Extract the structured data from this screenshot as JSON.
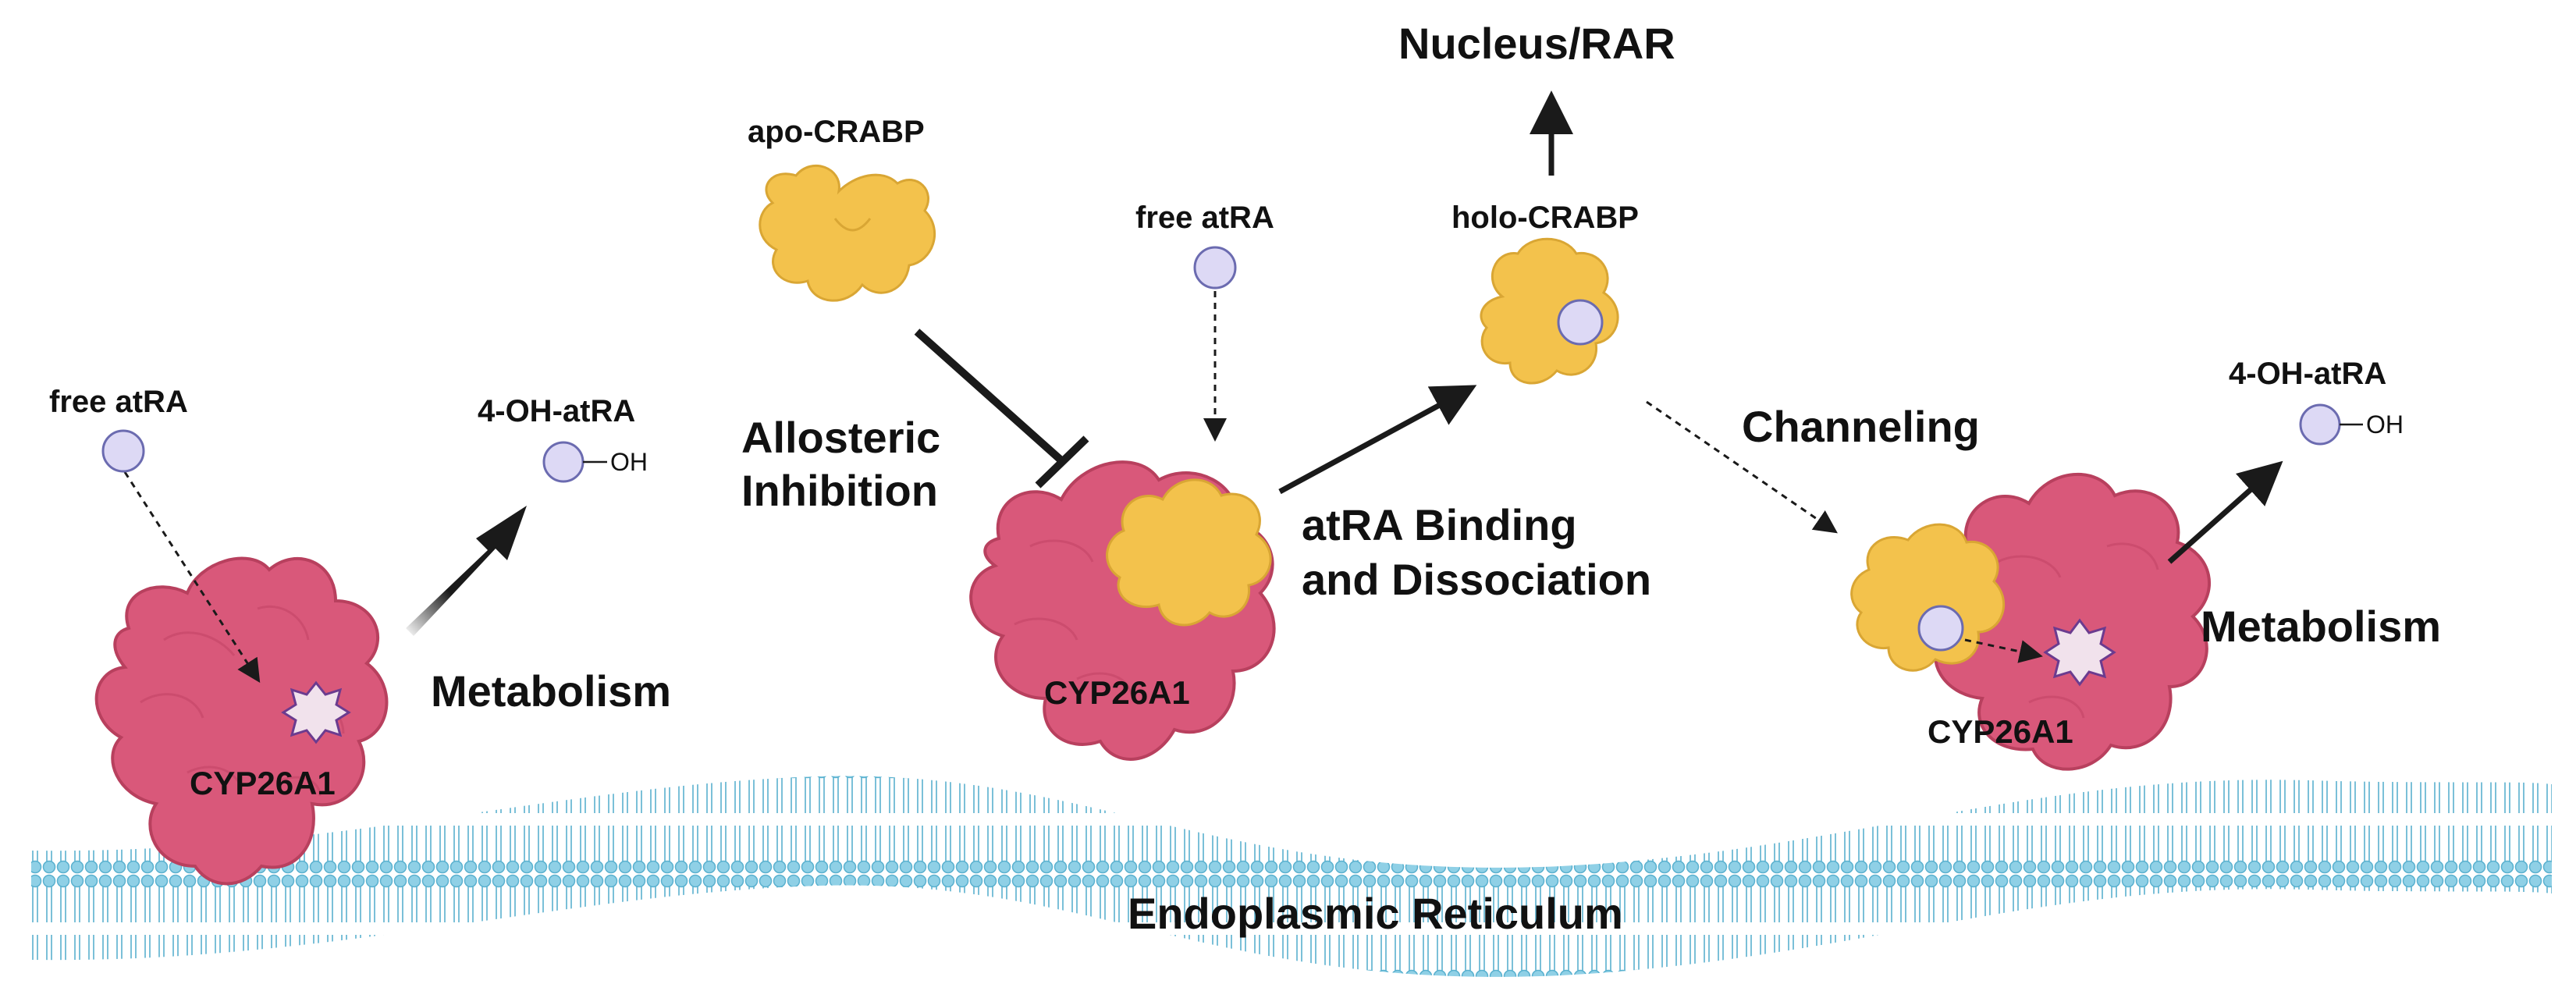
{
  "labels": {
    "free_atra_left": "free atRA",
    "oh_atra_left": "4-OH-atRA",
    "oh_group_left": "OH",
    "metabolism_left": "Metabolism",
    "cyp_left": "CYP26A1",
    "apo_crabp": "apo-CRABP",
    "allosteric_line1": "Allosteric",
    "allosteric_line2": "Inhibition",
    "free_atra_center": "free atRA",
    "cyp_center": "CYP26A1",
    "binding_line1": "atRA Binding",
    "binding_line2": "and Dissociation",
    "nucleus": "Nucleus/RAR",
    "holo_crabp": "holo-CRABP",
    "channeling": "Channeling",
    "oh_atra_right": "4-OH-atRA",
    "oh_group_right": "OH",
    "metabolism_right": "Metabolism",
    "cyp_right": "CYP26A1",
    "er": "Endoplasmic Reticulum"
  },
  "colors": {
    "enzyme": "#d9587a",
    "crabp": "#f3c24c",
    "atra": "#ddd9f5",
    "membrane": "#8fd0e6",
    "arrow": "#1a1a1a",
    "active_site": "#6b3b8f"
  }
}
